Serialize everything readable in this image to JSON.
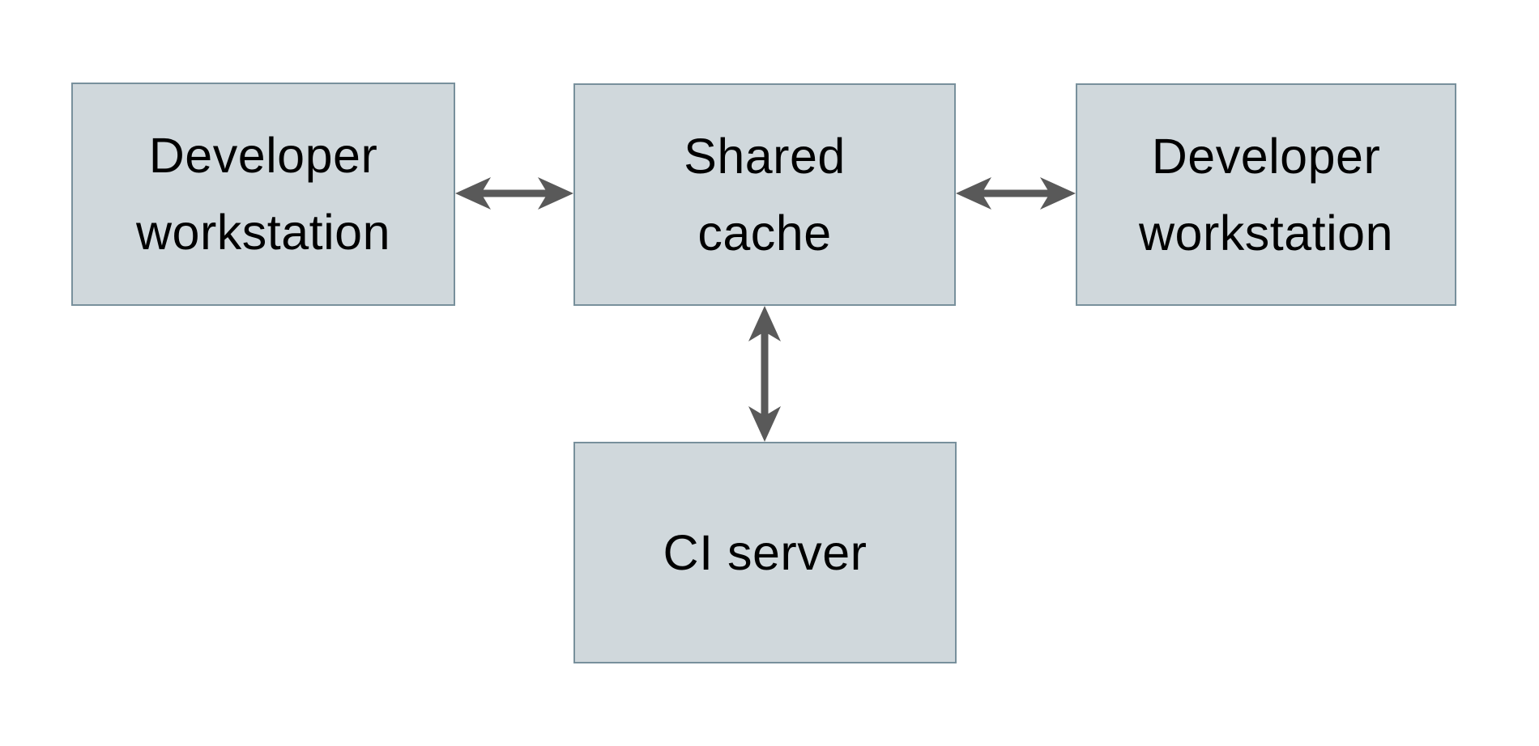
{
  "diagram": {
    "type": "architecture-diagram",
    "description": "Shared cache topology: two developer workstations and a CI server all connected bidirectionally to a shared cache",
    "nodes": {
      "dev_left": {
        "id": "developer-workstation-left",
        "line1": "Developer",
        "line2": "workstation"
      },
      "shared": {
        "id": "shared-cache",
        "line1": "Shared",
        "line2": "cache"
      },
      "dev_right": {
        "id": "developer-workstation-right",
        "line1": "Developer",
        "line2": "workstation"
      },
      "ci": {
        "id": "ci-server",
        "line1": "CI server"
      }
    },
    "edges": [
      {
        "from": "developer-workstation-left",
        "to": "shared-cache",
        "direction": "bidirectional",
        "orientation": "horizontal"
      },
      {
        "from": "developer-workstation-right",
        "to": "shared-cache",
        "direction": "bidirectional",
        "orientation": "horizontal"
      },
      {
        "from": "ci-server",
        "to": "shared-cache",
        "direction": "bidirectional",
        "orientation": "vertical"
      }
    ]
  },
  "colors": {
    "background": "#ffffff",
    "node_fill": "#d0d8dc",
    "node_border": "#78909c",
    "arrow": "#595959",
    "text": "#000000"
  }
}
